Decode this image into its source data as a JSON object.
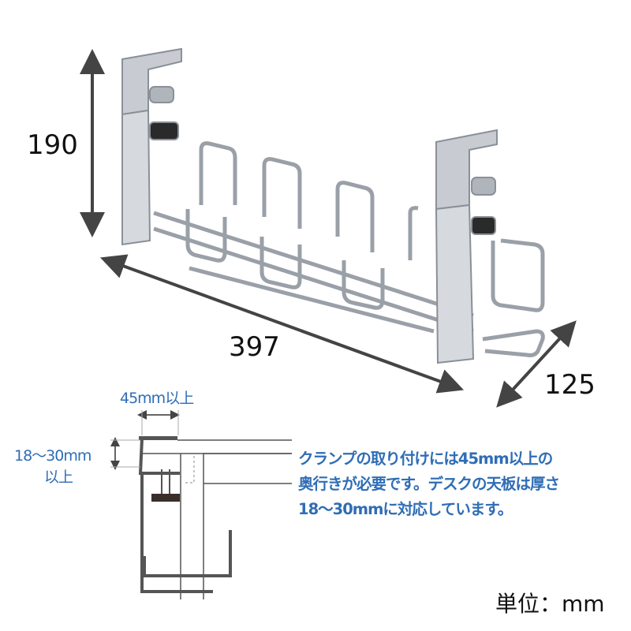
{
  "dimensions": {
    "height": "190",
    "length": "397",
    "depth": "125"
  },
  "clamp_diagram": {
    "clearance_label": "45mm以上",
    "thickness_label_line1": "18～30mm",
    "thickness_label_line2": "以上"
  },
  "note": {
    "line1": "クランプの取り付けには45mm以上の",
    "line2": "奥行きが必要です。デスクの天板は厚さ",
    "line3": "18～30mmに対応しています。"
  },
  "unit_label": "単位：mm",
  "colors": {
    "text_accent": "#2f6db5",
    "metal": "#c8ccd2"
  }
}
